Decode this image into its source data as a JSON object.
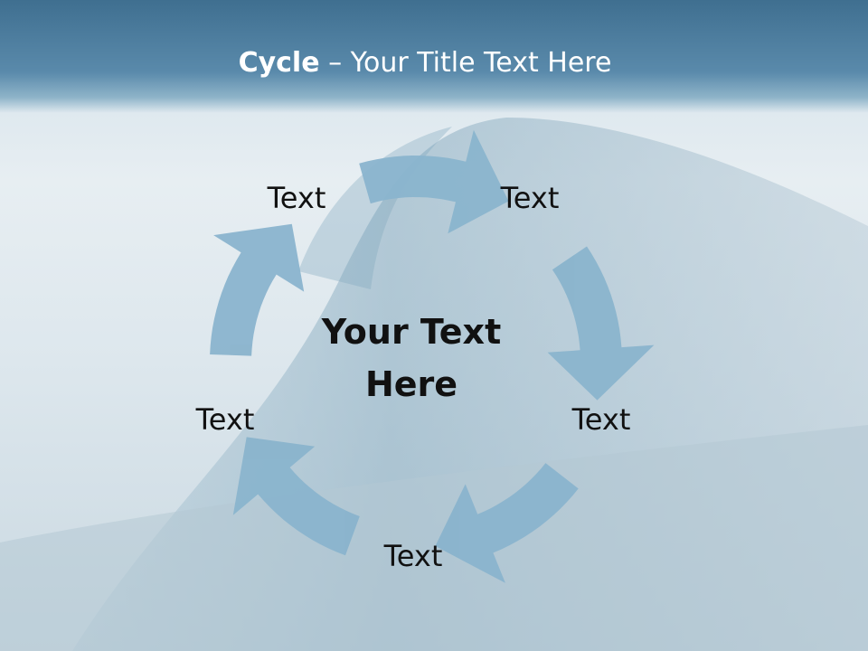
{
  "slide": {
    "title_bold": "Cycle",
    "title_rest": " – Your Title Text Here",
    "center_text_line1": "Your Text",
    "center_text_line2": "Here",
    "steps": [
      "Text",
      "Text",
      "Text",
      "Text",
      "Text"
    ]
  },
  "colors": {
    "header": "#4a7a9c",
    "arrow": "#8ab4cd",
    "text": "#111111",
    "title_text": "#ffffff"
  }
}
